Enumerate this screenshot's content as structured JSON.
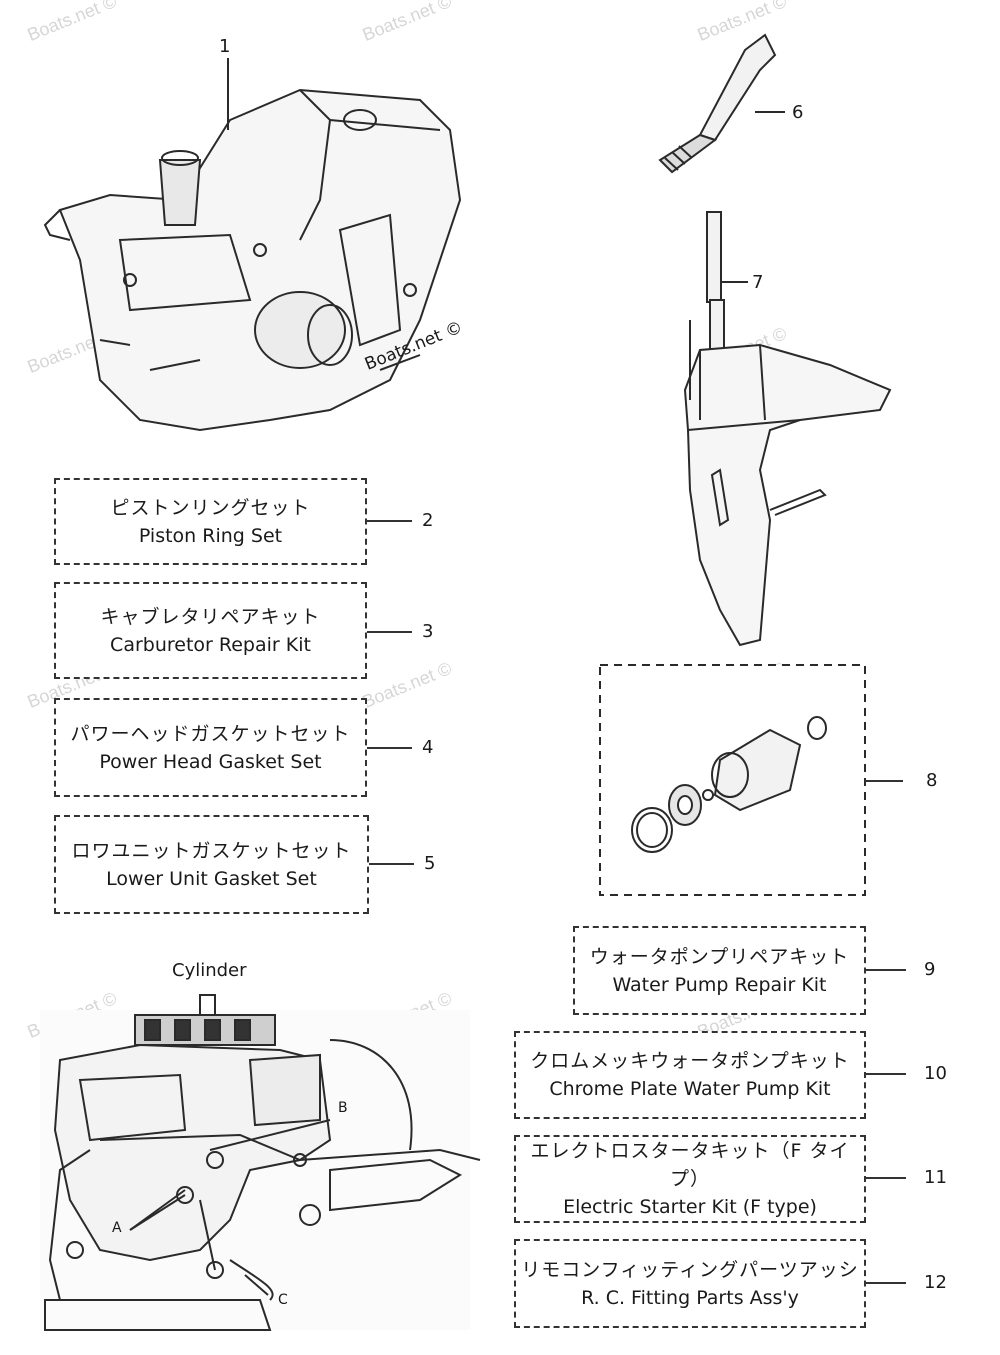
{
  "watermark": "Boats.net ©",
  "engine_mark": "Boats.net ©",
  "callouts": {
    "c1": "1",
    "c6": "6",
    "c7": "7",
    "c8": "8"
  },
  "kits": [
    {
      "num": "2",
      "jp": "ピストンリングセット",
      "en": "Piston Ring Set"
    },
    {
      "num": "3",
      "jp": "キャブレタリペアキット",
      "en": "Carburetor Repair Kit"
    },
    {
      "num": "4",
      "jp": "パワーヘッドガスケットセット",
      "en": "Power Head Gasket Set"
    },
    {
      "num": "5",
      "jp": "ロワユニットガスケットセット",
      "en": "Lower Unit Gasket Set"
    },
    {
      "num": "9",
      "jp": "ウォータポンプリペアキット",
      "en": "Water Pump Repair Kit"
    },
    {
      "num": "10",
      "jp": "クロムメッキウォータポンプキット",
      "en": "Chrome Plate Water  Pump Kit"
    },
    {
      "num": "11",
      "jp": "エレクトロスタータキット（F タイプ）",
      "en": "Electric Starter Kit (F type)"
    },
    {
      "num": "12",
      "jp": "リモコンフィッティングパーツアッシ",
      "en": "R. C. Fitting Parts Ass'y"
    }
  ],
  "cylinder": {
    "title": "Cylinder",
    "label_a": "A",
    "label_b": "B",
    "label_c": "C"
  }
}
